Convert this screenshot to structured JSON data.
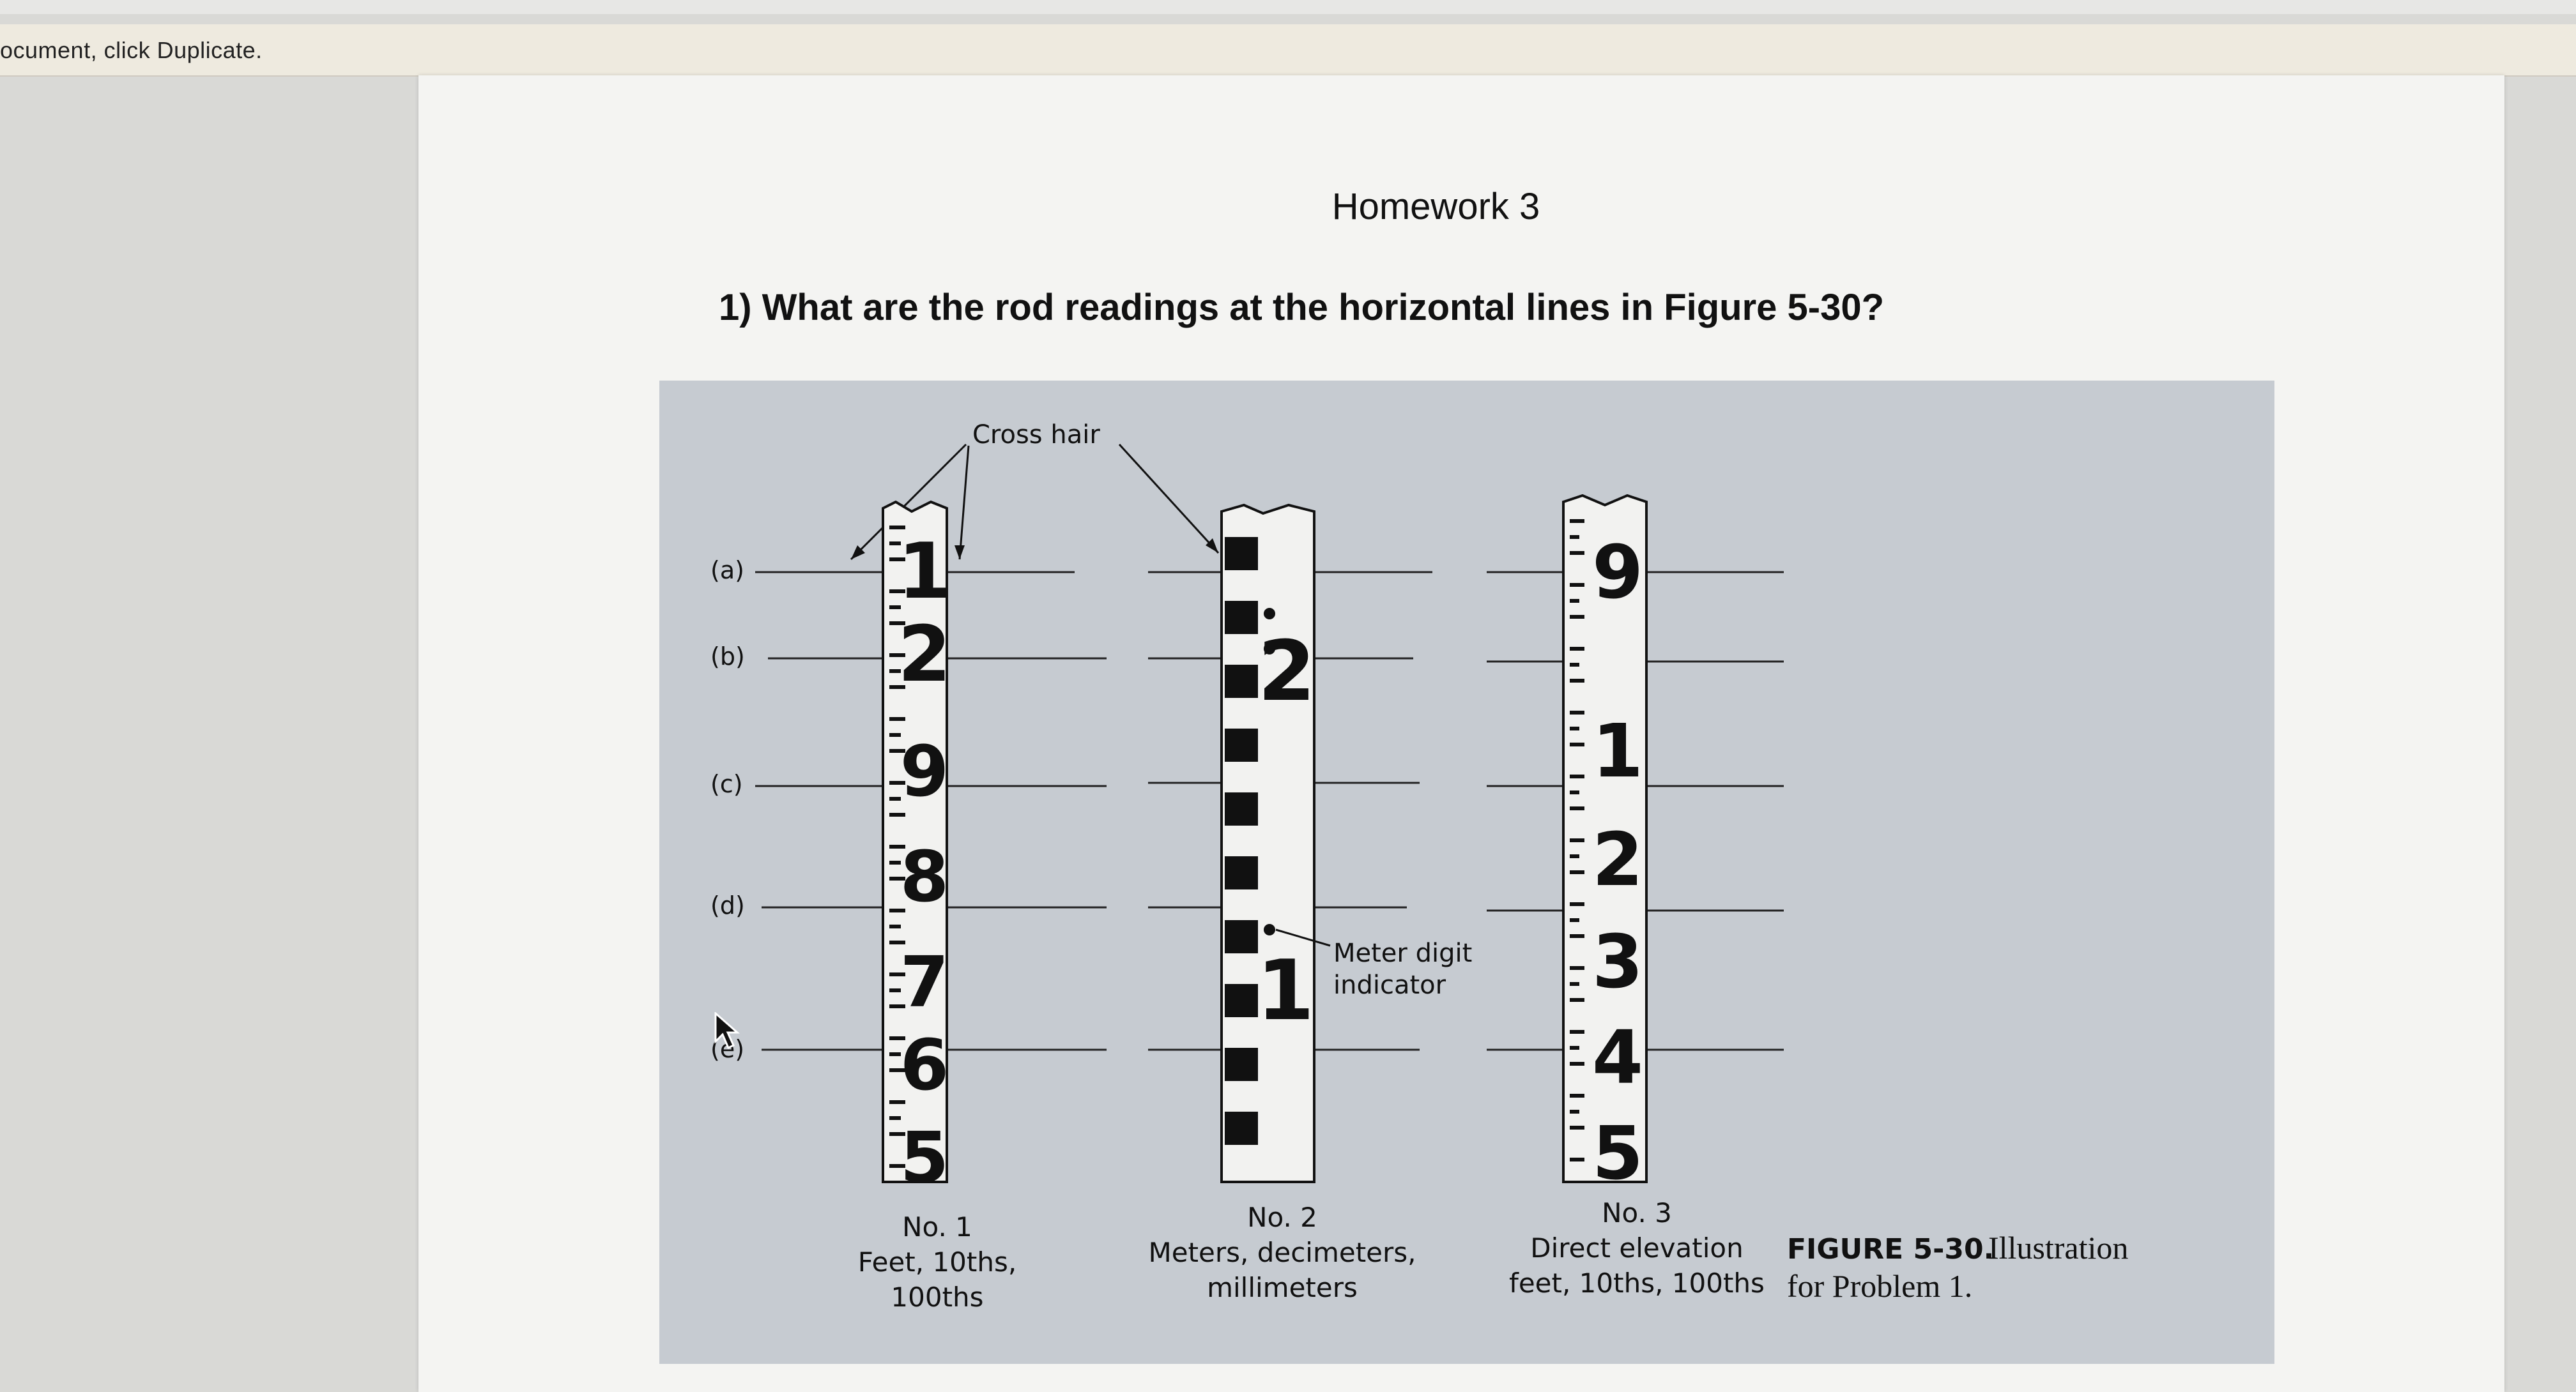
{
  "notice": {
    "text": "ocument, click Duplicate."
  },
  "document": {
    "title": "Homework 3",
    "question": "1)  What are the rod readings at the horizontal lines in Figure 5-30?"
  },
  "figure": {
    "crosshair_label": "Cross hair",
    "line_labels": [
      "(a)",
      "(b)",
      "(c)",
      "(d)",
      "(e)"
    ],
    "rod1": {
      "numbers": [
        "1",
        "2",
        "9",
        "8",
        "7",
        "6",
        "5"
      ],
      "caption": [
        "No. 1",
        "Feet, 10ths,",
        "100ths"
      ]
    },
    "rod2": {
      "numbers": [
        "2",
        "1"
      ],
      "meter_label": [
        "Meter digit",
        "indicator"
      ],
      "caption": [
        "No. 2",
        "Meters, decimeters,",
        "millimeters"
      ]
    },
    "rod3": {
      "numbers": [
        "9",
        "1",
        "2",
        "3",
        "4",
        "5"
      ],
      "caption": [
        "No. 3",
        "Direct elevation",
        "feet, 10ths, 100ths"
      ]
    },
    "caption_label": "FIGURE 5-30.",
    "caption_text": [
      "Illustration",
      "for Problem 1."
    ]
  },
  "icons": {
    "cursor": "mouse-pointer-icon"
  }
}
